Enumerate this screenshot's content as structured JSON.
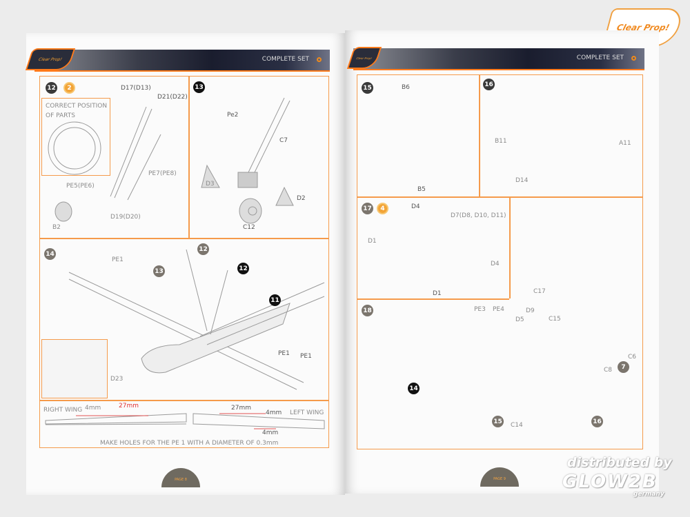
{
  "left_page": {
    "header": "COMPLETE SET",
    "logo": "Clear Prop!",
    "page_label": "PAGE 8",
    "step12": {
      "badge": "12",
      "paint_badge": "2",
      "inset_line1": "CORRECT POSITION",
      "inset_line2": "OF PARTS",
      "labels": [
        "D17(D13)",
        "D21(D22)",
        "PE7(PE8)",
        "PE5(PE6)",
        "B2",
        "D19(D20)"
      ]
    },
    "step13": {
      "badge": "13",
      "labels": [
        "Pe2",
        "C7",
        "D3",
        "D2",
        "C12"
      ]
    },
    "step14": {
      "badge": "14",
      "refs": [
        "13",
        "12",
        "12",
        "11"
      ],
      "labels": [
        "PE1",
        "PE1",
        "PE1",
        "D23"
      ]
    },
    "wings": {
      "right": "RIGHT WING",
      "left": "LEFT WING",
      "dims": [
        "4mm",
        "27mm",
        "27mm",
        "4mm",
        "4mm"
      ],
      "note": "MAKE HOLES FOR THE PE 1 WITH A DIAMETER OF 0.3mm"
    }
  },
  "right_page": {
    "header": "COMPLETE SET",
    "logo": "Clear Prop!",
    "page_label": "PAGE 9",
    "step15": {
      "badge": "15",
      "labels": [
        "B6",
        "B5"
      ]
    },
    "step16": {
      "badge": "16",
      "labels": [
        "B11",
        "D14",
        "A11"
      ]
    },
    "step17": {
      "badge": "17",
      "paint_badge": "4",
      "labels": [
        "D4",
        "D7(D8, D10, D11)",
        "D1",
        "D4",
        "D1"
      ]
    },
    "step18": {
      "badge": "18",
      "refs": [
        "14",
        "15",
        "16",
        "7"
      ],
      "labels": [
        "C17",
        "PE3",
        "PE4",
        "D5",
        "D9",
        "C15",
        "C6",
        "C8",
        "C14"
      ]
    }
  },
  "brand_logo": "Clear Prop!",
  "watermark": {
    "line1": "distributed by",
    "line2": "GLOW2B",
    "line3": "germany"
  }
}
